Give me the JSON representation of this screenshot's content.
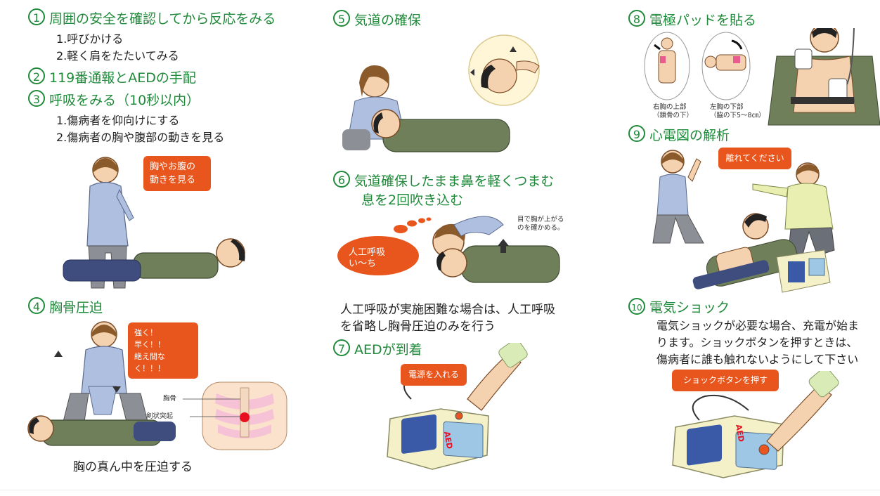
{
  "steps": {
    "s1": {
      "num": "1",
      "title": "周囲の安全を確認してから反応をみる",
      "items": [
        "1.呼びかける",
        "2.軽く肩をたたいてみる"
      ]
    },
    "s2": {
      "num": "2",
      "title": "119番通報とAEDの手配"
    },
    "s3": {
      "num": "3",
      "title": "呼吸をみる（10秒以内）",
      "items": [
        "1.傷病者を仰向けにする",
        "2.傷病者の胸や腹部の動きを見る"
      ],
      "callout": [
        "胸やお腹の",
        "動きを見る"
      ]
    },
    "s4": {
      "num": "4",
      "title": "胸骨圧迫",
      "callout": [
        "強く！",
        "早く！！",
        "絶え間なく！！！"
      ],
      "label_sternum": "胸骨",
      "label_xiphoid": "剣状突起",
      "caption": "胸の真ん中を圧迫する"
    },
    "s5": {
      "num": "5",
      "title": "気道の確保"
    },
    "s6": {
      "num": "6",
      "title_line1": "気道確保したまま鼻を軽くつまむ",
      "title_line2": "息を2回吹き込む",
      "callout": [
        "人工呼吸",
        "い〜ち"
      ],
      "note": [
        "目で胸が上がる",
        "のを確かめる。"
      ],
      "body": [
        "人工呼吸が実施困難な場合は、人工呼吸",
        "を省略し胸骨圧迫のみを行う"
      ]
    },
    "s7": {
      "num": "7",
      "title": "AEDが到着",
      "callout": "電源を入れる",
      "device_label": "AED"
    },
    "s8": {
      "num": "8",
      "title": "電極パッドを貼る",
      "label_right": [
        "右胸の上部",
        "（鎖骨の下）"
      ],
      "label_left": [
        "左胸の下部",
        "（脇の下5〜8㎝）"
      ]
    },
    "s9": {
      "num": "9",
      "title": "心電図の解析",
      "callout": "離れてください"
    },
    "s10": {
      "num": "10",
      "title": "電気ショック",
      "body": [
        "電気ショックが必要な場合、充電が始ま",
        "ります。ショックボタンを押すときは、",
        "傷病者に誰も触れないようにして下さい"
      ],
      "callout": "ショックボタンを押す",
      "device_label": "AED"
    }
  },
  "colors": {
    "heading": "#1f8a3a",
    "callout": "#e8561e",
    "text": "#222222"
  }
}
